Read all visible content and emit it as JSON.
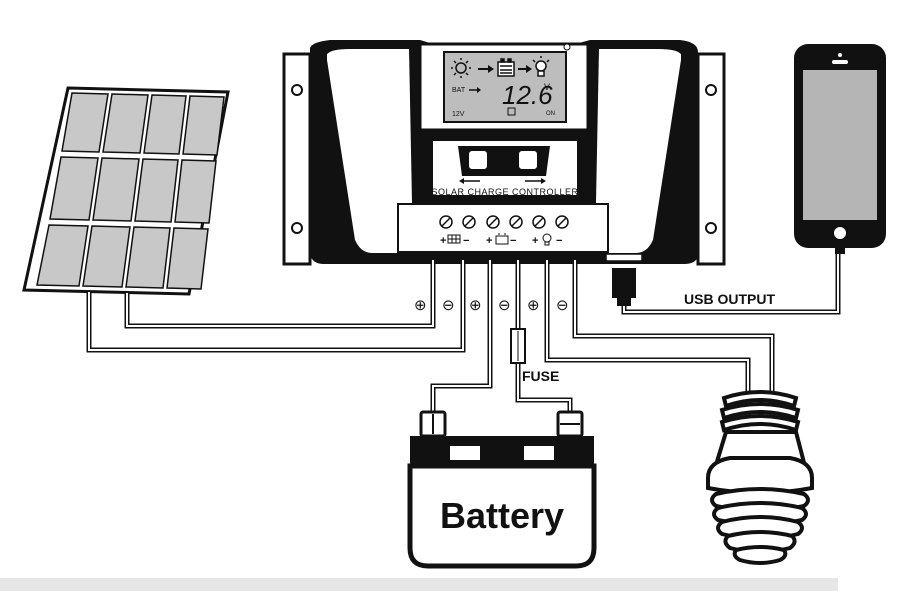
{
  "controller": {
    "display_voltage": "12.6",
    "display_unit": "V",
    "display_bat": "BAT",
    "display_12v": "12V",
    "display_on": "ON",
    "panel_label": "SOLAR CHARGE CONTROLLER",
    "terminal_groups": [
      {
        "plus": "+",
        "minus": "−",
        "icon": "solar-icon"
      },
      {
        "plus": "+",
        "minus": "−",
        "icon": "battery-icon"
      },
      {
        "plus": "+",
        "minus": "−",
        "icon": "bulb-icon"
      }
    ]
  },
  "labels": {
    "usb_output": "USB OUTPUT",
    "fuse": "FUSE",
    "battery": "Battery"
  },
  "wire_polarity": [
    "⊕",
    "⊖",
    "⊕",
    "⊖",
    "⊕",
    "⊖"
  ],
  "colors": {
    "stroke": "#111111",
    "panel_cell": "#c8c8c8",
    "screen": "#bdbdbd",
    "strip": "#e6e6e6"
  }
}
